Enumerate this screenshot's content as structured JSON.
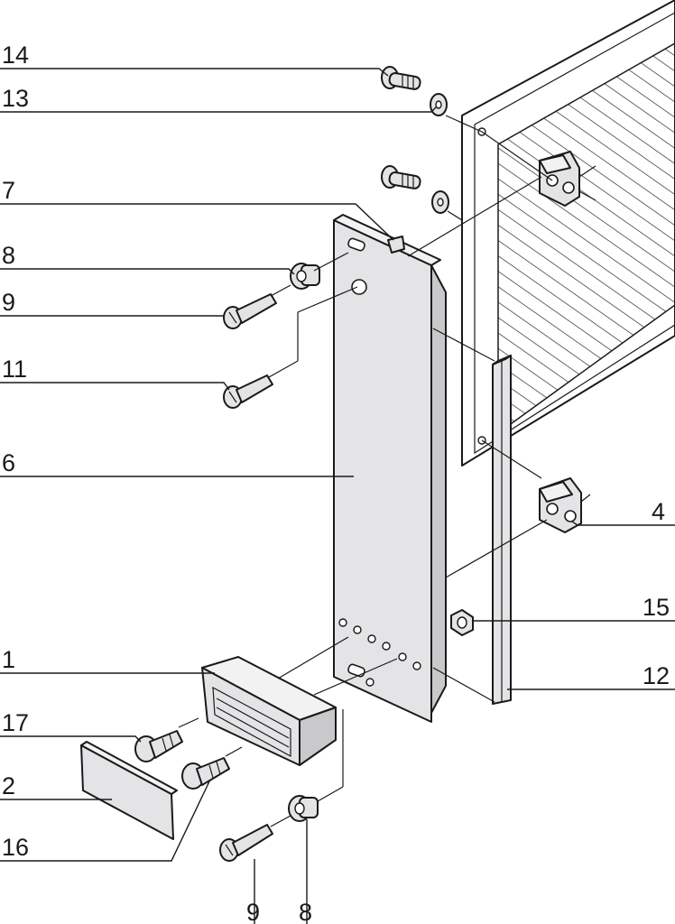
{
  "colors": {
    "ink": "#1a1a1a",
    "part_fill": "#e4e4e6",
    "part_dark": "#c9c9cc",
    "background": "#ffffff"
  },
  "callouts": {
    "c14": "14",
    "c13": "13",
    "c7": "7",
    "c8_top": "8",
    "c9_top": "9",
    "c11": "11",
    "c6": "6",
    "c1": "1",
    "c17": "17",
    "c2": "2",
    "c16": "16",
    "c4": "4",
    "c15": "15",
    "c12": "12",
    "c9_bottom": "9",
    "c8_bottom": "8"
  }
}
